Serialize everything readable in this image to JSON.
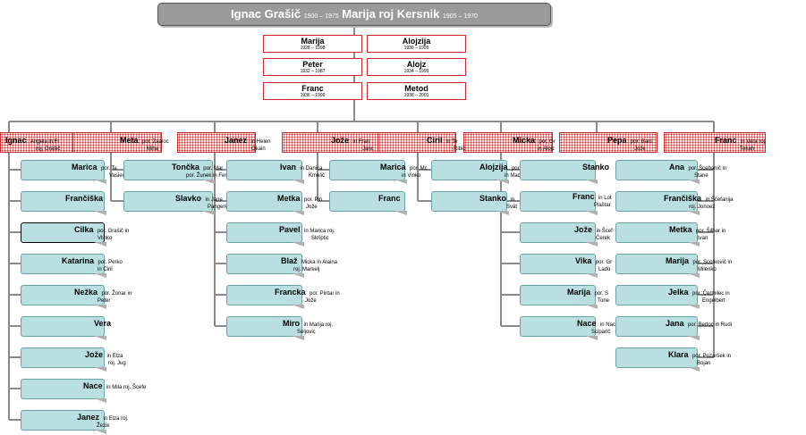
{
  "root": {
    "name": "Ignac Grašič",
    "name_dates": "1900 – 1975",
    "connector": "Marija roj Kersnik",
    "connector_dates": "1905 – 1970"
  },
  "siblings": [
    {
      "name": "Marija",
      "dates": "1928 – 1998"
    },
    {
      "name": "Alojzija",
      "dates": "1930 – 1995"
    },
    {
      "name": "Peter",
      "dates": "1932 – 1987"
    },
    {
      "name": "Alojz",
      "dates": "1934 – 1999"
    },
    {
      "name": "Franc",
      "dates": "1936 – 1999"
    },
    {
      "name": "Metod",
      "dates": "1938 – 2001"
    }
  ],
  "families": [
    {
      "head": "Ignac",
      "spouse": "Angela in Fr",
      "spouse2": "roj. Grašič",
      "children": [
        {
          "name": "Marica",
          "spouse": "por. Te",
          "spouse2": "Vasiencin"
        },
        {
          "name": "Frančiška",
          "spouse": "",
          "spouse2": ""
        },
        {
          "name": "Cilka",
          "spouse": "por. Grašič in",
          "spouse2": "Vlinko"
        },
        {
          "name": "Katarina",
          "spouse": "por. Perko",
          "spouse2": "in Ciril"
        },
        {
          "name": "Nežka",
          "spouse": "por. Žonar in",
          "spouse2": "Peter"
        },
        {
          "name": "Vera",
          "spouse": "",
          "spouse2": ""
        },
        {
          "name": "Jože",
          "spouse": "in Elza",
          "spouse2": "roj. Jug"
        },
        {
          "name": "Nace",
          "spouse": "in Mila roj. Šcefe",
          "spouse2": ""
        },
        {
          "name": "Janez",
          "spouse": "in Elza roj.",
          "spouse2": "Žezik"
        }
      ]
    },
    {
      "head": "Meta",
      "spouse": "por. Zaaloc",
      "spouse2": "Miha",
      "children": [
        {
          "name": "Tončka",
          "spouse": "por. Mar",
          "spouse2": "por. Žunek in Ferd"
        },
        {
          "name": "Slavko",
          "spouse": "in Jane",
          "spouse2": "Pangerkič"
        }
      ]
    },
    {
      "head": "Janez",
      "spouse": "in Helen",
      "spouse2": "Okain",
      "children": [
        {
          "name": "Ivan",
          "spouse": "in Danica",
          "spouse2": "Kmelič"
        },
        {
          "name": "Metka",
          "spouse": "por. Pin",
          "spouse2": "Jože"
        },
        {
          "name": "Pavel",
          "spouse": "in Marica roj.",
          "spouse2": "Skriptic"
        },
        {
          "name": "Blaž",
          "spouse": "Micka in Alaina",
          "spouse2": "roj. Markelj"
        },
        {
          "name": "Francka",
          "spouse": "por. Pintar in",
          "spouse2": "Jože"
        },
        {
          "name": "Miro",
          "spouse": "in Marija roj.",
          "spouse2": "Seljovic"
        }
      ]
    },
    {
      "head": "Jože",
      "spouse": "in Fran",
      "spouse2": "Janc",
      "children": [
        {
          "name": "Marica",
          "spouse": "por. Mc",
          "spouse2": "in Vinko"
        },
        {
          "name": "Franc",
          "spouse": "",
          "spouse2": ""
        }
      ]
    },
    {
      "head": "Ciril",
      "spouse": "in Te",
      "spouse2": "Ribič",
      "children": [
        {
          "name": "Alojzija",
          "spouse": "por.",
          "spouse2": "in Mac"
        },
        {
          "name": "Stanko",
          "spouse": "in",
          "spouse2": "Svat"
        }
      ]
    },
    {
      "head": "Micka",
      "spouse": "por. Gr",
      "spouse2": "in Alojz",
      "children": [
        {
          "name": "Stanko",
          "spouse": "",
          "spouse2": ""
        },
        {
          "name": "Franc",
          "spouse": "in Lot",
          "spouse2": "Plaštar"
        },
        {
          "name": "Jože",
          "spouse": "in Šcef",
          "spouse2": "Čerek"
        },
        {
          "name": "Vika",
          "spouse": "por. Gr",
          "spouse2": "Lado"
        },
        {
          "name": "Marija",
          "spouse": "por. S",
          "spouse2": "Tone"
        },
        {
          "name": "Nace",
          "spouse": "in Nac",
          "spouse2": "Sciparič"
        }
      ]
    },
    {
      "head": "Pepa",
      "spouse": "por. Bani",
      "spouse2": "Jože",
      "children": []
    },
    {
      "head": "Franc",
      "spouse": "in Vera roj.",
      "spouse2": "Tekah",
      "children": [
        {
          "name": "Ana",
          "spouse": "por. Šcebanič in",
          "spouse2": "Stane"
        },
        {
          "name": "Frančiška",
          "spouse": "in Ščefanija",
          "spouse2": "roj. Jonoez"
        },
        {
          "name": "Metka",
          "spouse": "por. Šilbar in",
          "spouse2": "Ivan"
        },
        {
          "name": "Marija",
          "spouse": "por. Scotkovič in",
          "spouse2": "Milenko"
        },
        {
          "name": "Jelka",
          "spouse": "por. Čermilec in",
          "spouse2": "Engelbert"
        },
        {
          "name": "Jana",
          "spouse": "por. Berloc in Rudi",
          "spouse2": ""
        },
        {
          "name": "Klara",
          "spouse": "por. Pozaršek in",
          "spouse2": "Bojan"
        }
      ]
    }
  ]
}
